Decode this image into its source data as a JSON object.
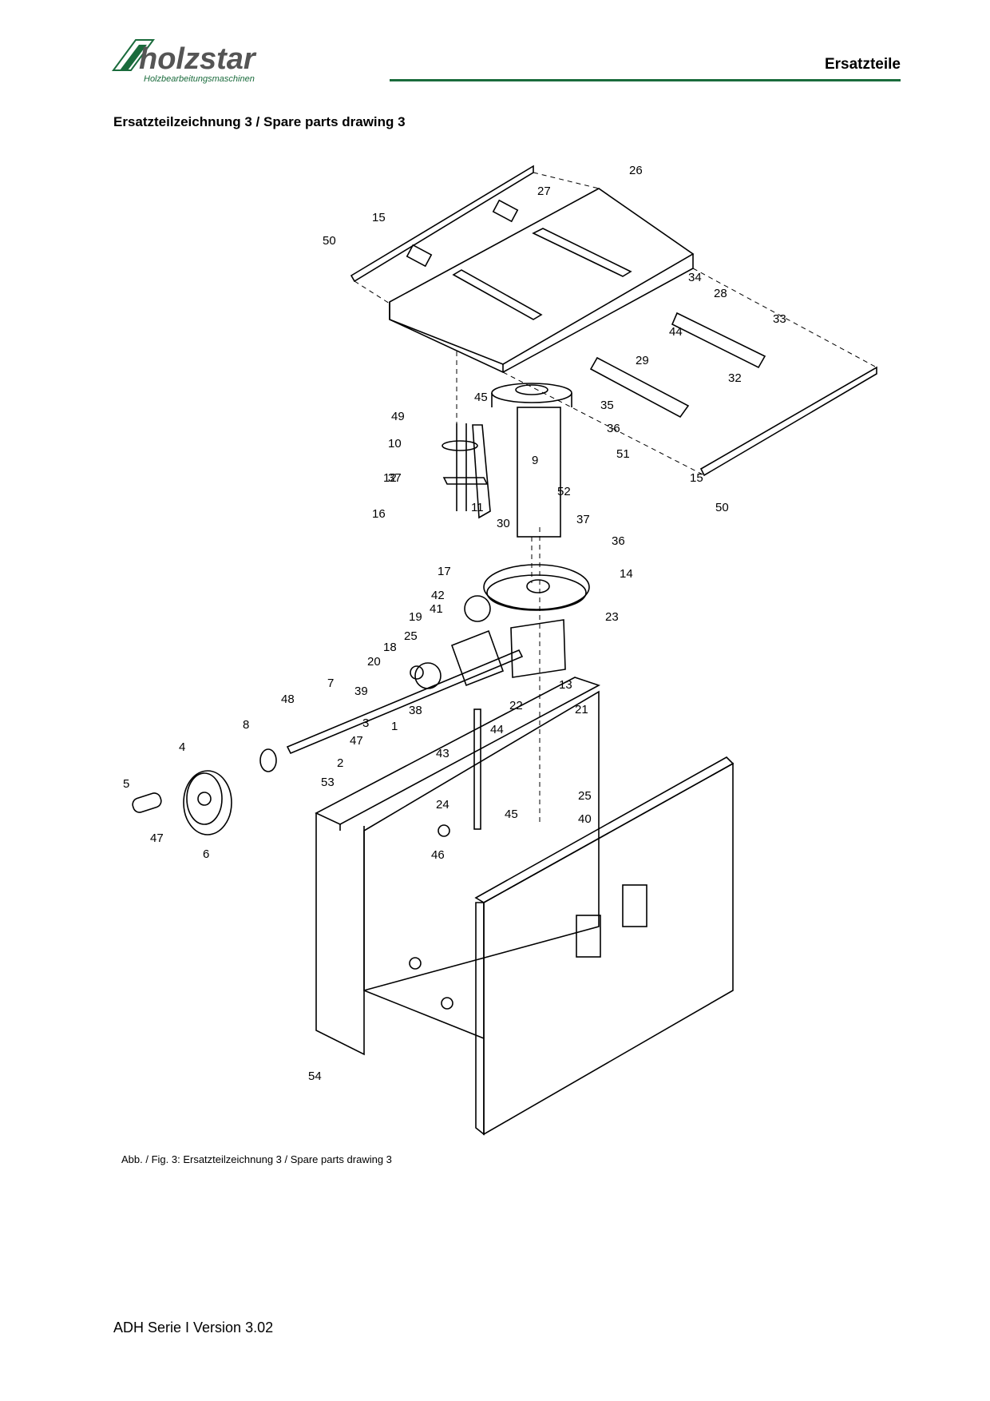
{
  "header": {
    "brand": "holzstar",
    "brand_tagline": "Holzbearbeitungsmaschinen",
    "section_title": "Ersatzteile",
    "brand_color": "#1a6b3c"
  },
  "page_heading": "Ersatzteilzeichnung 3 / Spare parts drawing 3",
  "drawing": {
    "part_labels": [
      "26",
      "27",
      "15",
      "50",
      "34",
      "28",
      "33",
      "44",
      "29",
      "32",
      "45",
      "49",
      "35",
      "10",
      "36",
      "37",
      "51",
      "9",
      "12",
      "52",
      "16",
      "11",
      "15",
      "50",
      "30",
      "37",
      "36",
      "14",
      "17",
      "42",
      "41",
      "19",
      "25",
      "23",
      "18",
      "20",
      "13",
      "7",
      "39",
      "48",
      "38",
      "22",
      "21",
      "1",
      "3",
      "8",
      "47",
      "44",
      "43",
      "4",
      "2",
      "25",
      "53",
      "5",
      "24",
      "45",
      "40",
      "47",
      "46",
      "6",
      "54"
    ]
  },
  "caption": "Abb. / Fig. 3: Ersatzteilzeichnung 3 / Spare parts drawing 3",
  "footer": "ADH Serie I Version 3.02"
}
